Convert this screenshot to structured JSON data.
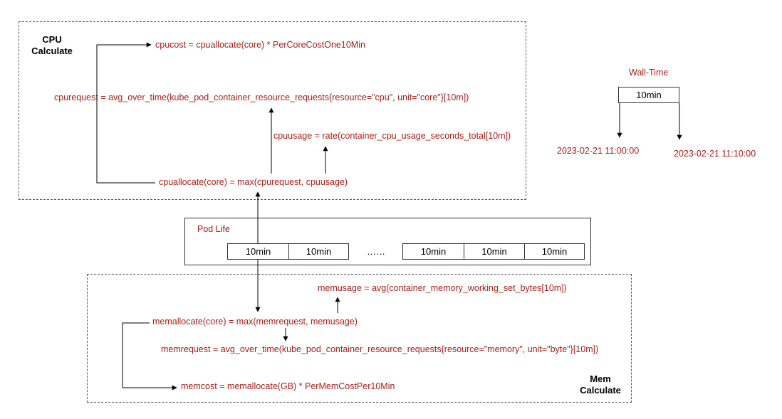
{
  "cpu": {
    "title_line1": "CPU",
    "title_line2": "Calculate",
    "cpucost": "cpucost = cpuallocate(core) *  PerCoreCostOne10Min",
    "cpurequest": "cpurequest = avg_over_time(kube_pod_container_resource_requests{resource=\"cpu\", unit=\"core\"}[10m])",
    "cpuusage": "cpuusage = rate(container_cpu_usage_seconds_total[10m])",
    "cpuallocate": "cpuallocate(core) = max(cpurequest, cpuusage)"
  },
  "wall_time": {
    "title": "Wall-Time",
    "interval": "10min",
    "start": "2023-02-21 11:00:00",
    "end": "2023-02-21 11:10:00"
  },
  "pod_life": {
    "title": "Pod Life",
    "cells_left": [
      "10min",
      "10min"
    ],
    "ellipsis": "……",
    "cells_right": [
      "10min",
      "10min",
      "10min"
    ]
  },
  "mem": {
    "title_line1": "Mem",
    "title_line2": "Calculate",
    "memusage": "memusage = avg(container_memory_working_set_bytes[10m])",
    "memallocate": "memallocate(core) = max(memrequest, memusage)",
    "memrequest": "memrequest = avg_over_time(kube_pod_container_resource_requests{resource=\"memory\", unit=\"byte\"}[10m])",
    "memcost": "memcost = memallocate(GB) *  PerMemCostPer10Min"
  },
  "colors": {
    "formula": "#a8201a",
    "line": "#000000"
  }
}
